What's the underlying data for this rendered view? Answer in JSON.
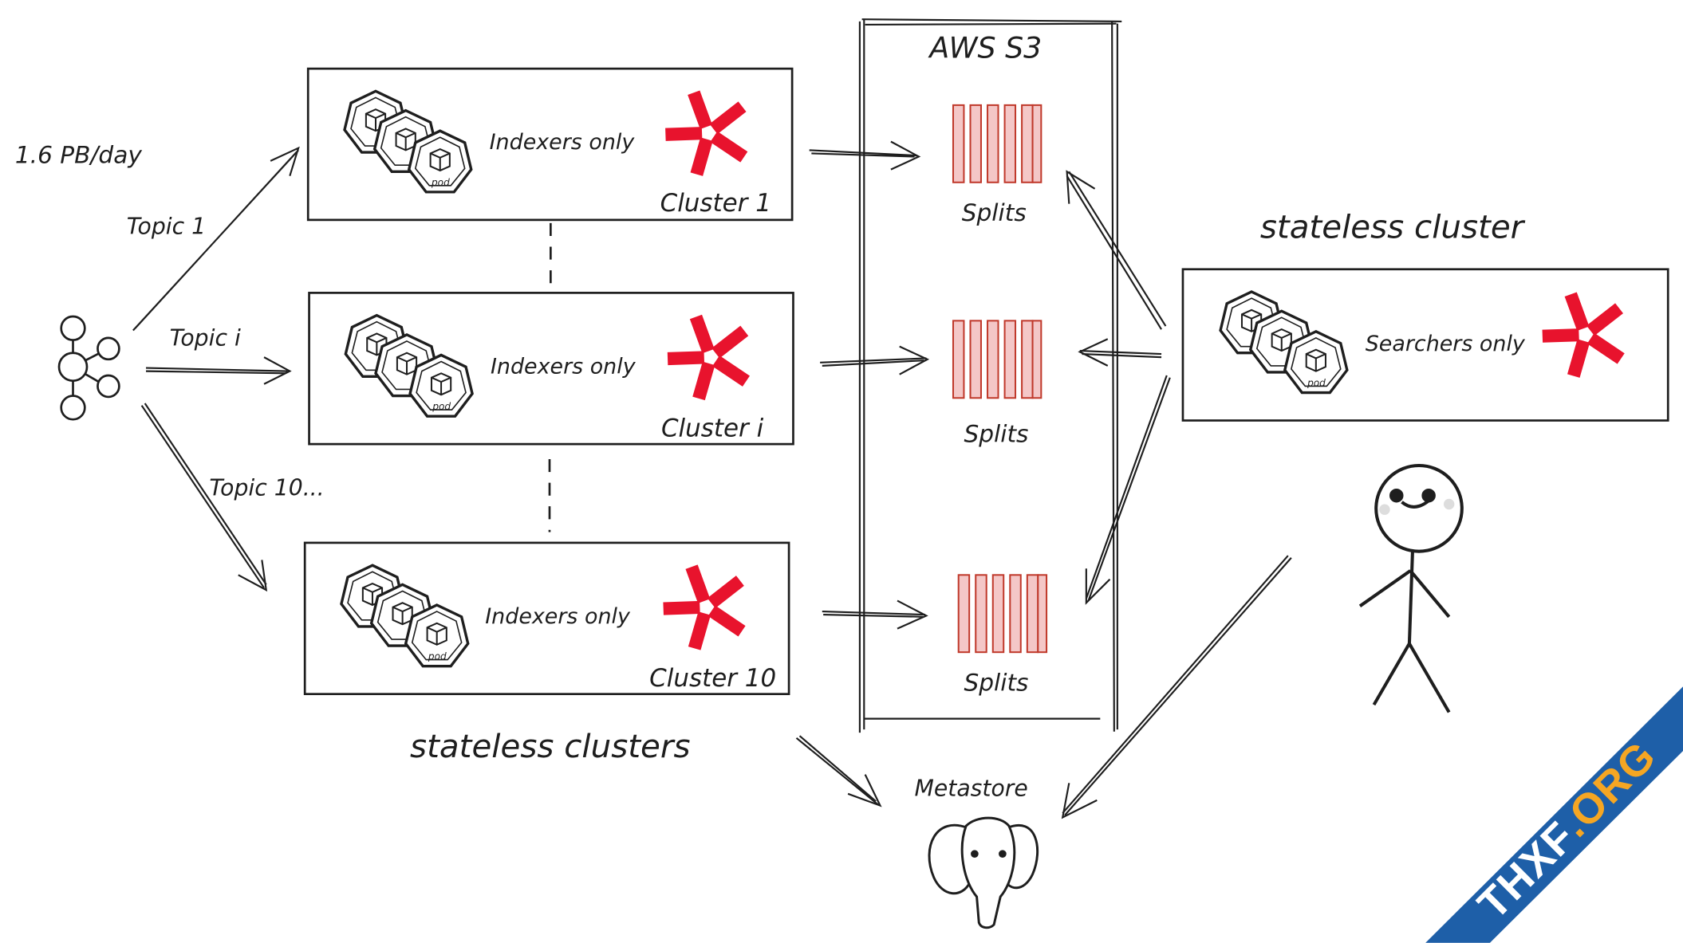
{
  "colors": {
    "ink": "#1e1e1e",
    "quickwit_red": "#e8132d",
    "split_fill": "#f4c7c7",
    "split_stroke": "#c0392b",
    "banner_blue": "#1e5fa8",
    "banner_orange": "#f5a623"
  },
  "source": {
    "icon": "kafka-icon",
    "throughput": "1.6 PB/day",
    "topics": [
      "Topic 1",
      "Topic i",
      "Topic 10..."
    ]
  },
  "indexer_clusters": [
    {
      "label": "Indexers only",
      "cluster": "Cluster 1"
    },
    {
      "label": "Indexers only",
      "cluster": "Cluster i"
    },
    {
      "label": "Indexers only",
      "cluster": "Cluster 10"
    }
  ],
  "indexer_group_caption": "stateless clusters",
  "s3": {
    "title": "AWS S3",
    "splits": [
      "Splits",
      "Splits",
      "Splits"
    ]
  },
  "pod_label": "pod",
  "searcher_cluster": {
    "caption": "stateless cluster",
    "label": "Searchers only"
  },
  "metastore": {
    "label": "Metastore",
    "icon": "postgres-elephant-icon"
  },
  "user_icon": "stick-figure-icon",
  "watermark": "THXF.ORG"
}
